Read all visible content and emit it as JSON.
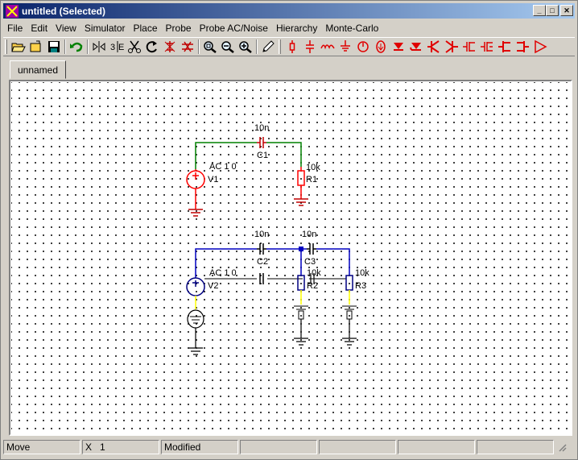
{
  "window": {
    "title": "untitled (Selected)",
    "minimize": "_",
    "maximize": "□",
    "close": "✕"
  },
  "menu": [
    "File",
    "Edit",
    "View",
    "Simulator",
    "Place",
    "Probe",
    "Probe AC/Noise",
    "Hierarchy",
    "Monte-Carlo"
  ],
  "toolbar": {
    "icons": [
      "open-folder-icon",
      "new-file-icon",
      "save-icon",
      "undo-icon",
      "mirror-h-icon",
      "mirror-v-icon",
      "cut-icon",
      "rotate-icon",
      "delete-wire-icon",
      "delete-icon",
      "zoom-fit-icon",
      "zoom-out-icon",
      "zoom-in-icon",
      "pencil-icon",
      "resistor-icon",
      "capacitor-icon",
      "inductor-icon",
      "ground-icon",
      "ac-source-icon",
      "dc-source-icon",
      "diode-icon",
      "zener-icon",
      "npn-icon",
      "pnp-icon",
      "nmos-icon",
      "pmos-icon",
      "njfet-icon",
      "pjfet-icon",
      "opamp-icon"
    ]
  },
  "tab": {
    "label": "unnamed"
  },
  "schematic": {
    "c1": {
      "name": "C1",
      "value": "10n"
    },
    "v1": {
      "name": "V1",
      "value": "AC 1 0"
    },
    "r1": {
      "name": "R1",
      "value": "10k"
    },
    "c2": {
      "name": "C2",
      "value": "10n"
    },
    "c3": {
      "name": "C3",
      "value": "10n"
    },
    "v2": {
      "name": "V2",
      "value": "AC 1 0"
    },
    "r2": {
      "name": "R2",
      "value": "10k"
    },
    "r3": {
      "name": "R3",
      "value": "10k"
    },
    "colors": {
      "green": "#008000",
      "red": "#ff0000",
      "blue": "#0000c0",
      "darkred": "#c00000",
      "yellow": "#ffff00",
      "black": "#000000"
    }
  },
  "status": {
    "mode": "Move",
    "x_label": "X",
    "x_value": "1",
    "state": "Modified"
  }
}
